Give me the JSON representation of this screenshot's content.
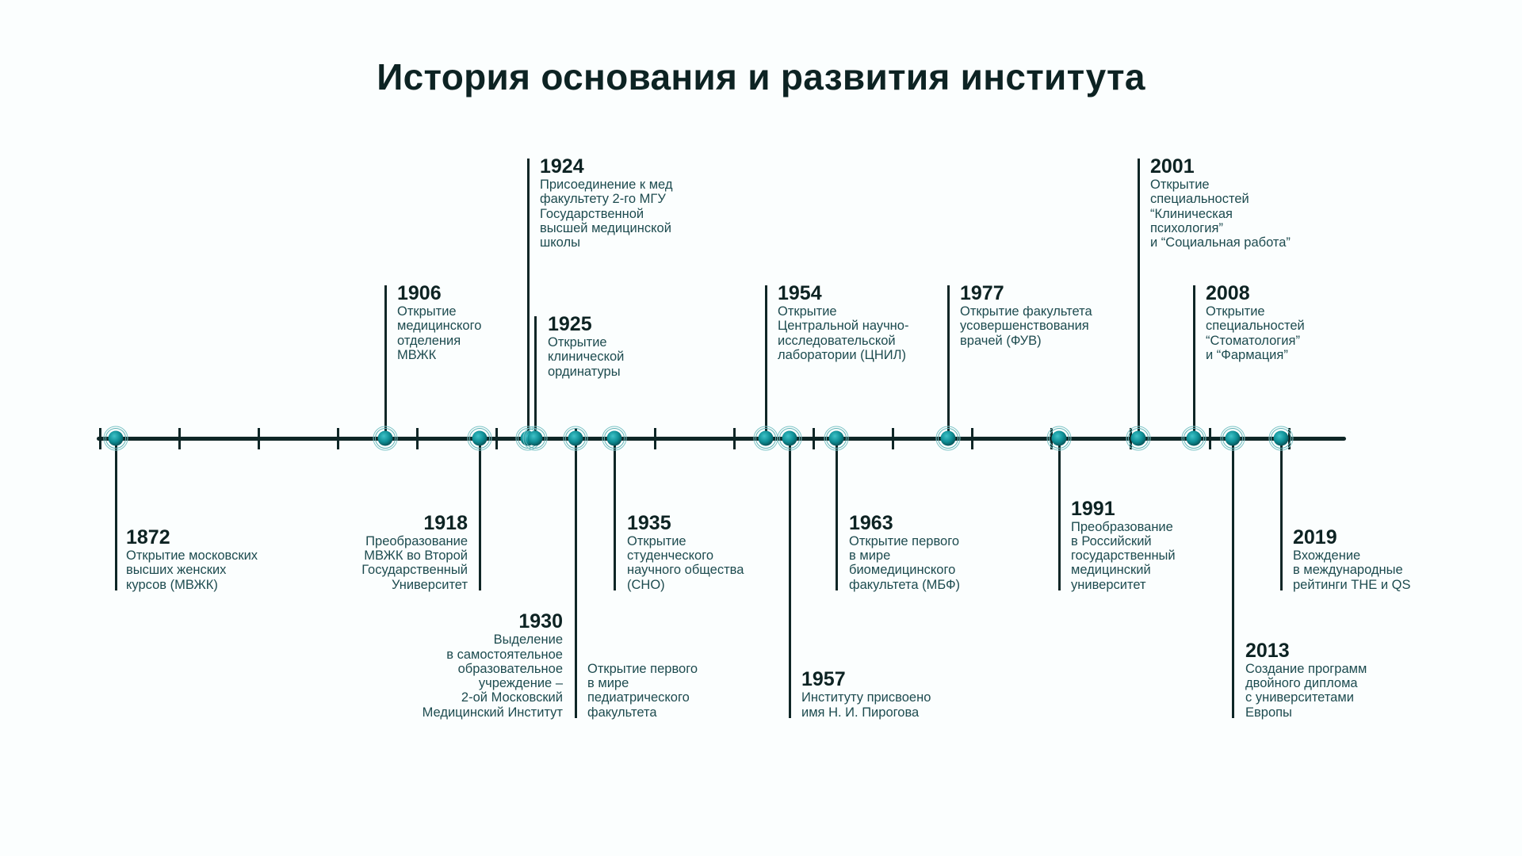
{
  "title": "История основания и развития института",
  "colors": {
    "line": "#0e2626",
    "node": "#0e8e95",
    "ring": "#5fb3b6",
    "text": "#1d4b4f",
    "heading": "#0d2323"
  },
  "events": [
    {
      "year": "1872",
      "text": "Открытие московских\nвысших женских\nкурсов (МВЖК)"
    },
    {
      "year": "1906",
      "text": "Открытие\nмедицинского\nотделения\nМВЖК"
    },
    {
      "year": "1918",
      "text": "Преобразование\nМВЖК во Второй\nГосударственный\nУниверситет"
    },
    {
      "year": "1924",
      "text": "Присоединение к мед\nфакультету 2-го МГУ\nГосударственной\nвысшей медицинской\nшколы"
    },
    {
      "year": "1925",
      "text": "Открытие\nклинической\nординатуры"
    },
    {
      "year": "1930",
      "text": "Выделение\nв самостоятельное\nобразовательное\nучреждение –\n2-ой Московский\nМедицинский Институт"
    },
    {
      "year": "",
      "text": "Открытие первого\nв мире\nпедиатрического\nфакультета"
    },
    {
      "year": "1935",
      "text": "Открытие\nстуденческого\nнаучного общества\n(СНО)"
    },
    {
      "year": "1954",
      "text": "Открытие\nЦентральной научно-\nисследовательской\nлаборатории (ЦНИЛ)"
    },
    {
      "year": "1957",
      "text": "Институту присвоено\nимя Н. И. Пирогова"
    },
    {
      "year": "1963",
      "text": "Открытие первого\nв мире\nбиомедицинского\nфакультета (МБФ)"
    },
    {
      "year": "1977",
      "text": "Открытие факультета\nусовершенствования\nврачей (ФУВ)"
    },
    {
      "year": "1991",
      "text": "Преобразование\nв Российский\nгосударственный\nмедицинский\nуниверситет"
    },
    {
      "year": "2001",
      "text": "Открытие\nспециальностей\n“Клиническая\nпсихология”\nи “Социальная работа”"
    },
    {
      "year": "2008",
      "text": "Открытие\nспециальностей\n“Стоматология”\nи “Фармация”"
    },
    {
      "year": "2013",
      "text": "Создание программ\nдвойного диплома\nс университетами\nЕвропы"
    },
    {
      "year": "2019",
      "text": "Вхождение\nв международные\nрейтинги THE и QS"
    }
  ]
}
